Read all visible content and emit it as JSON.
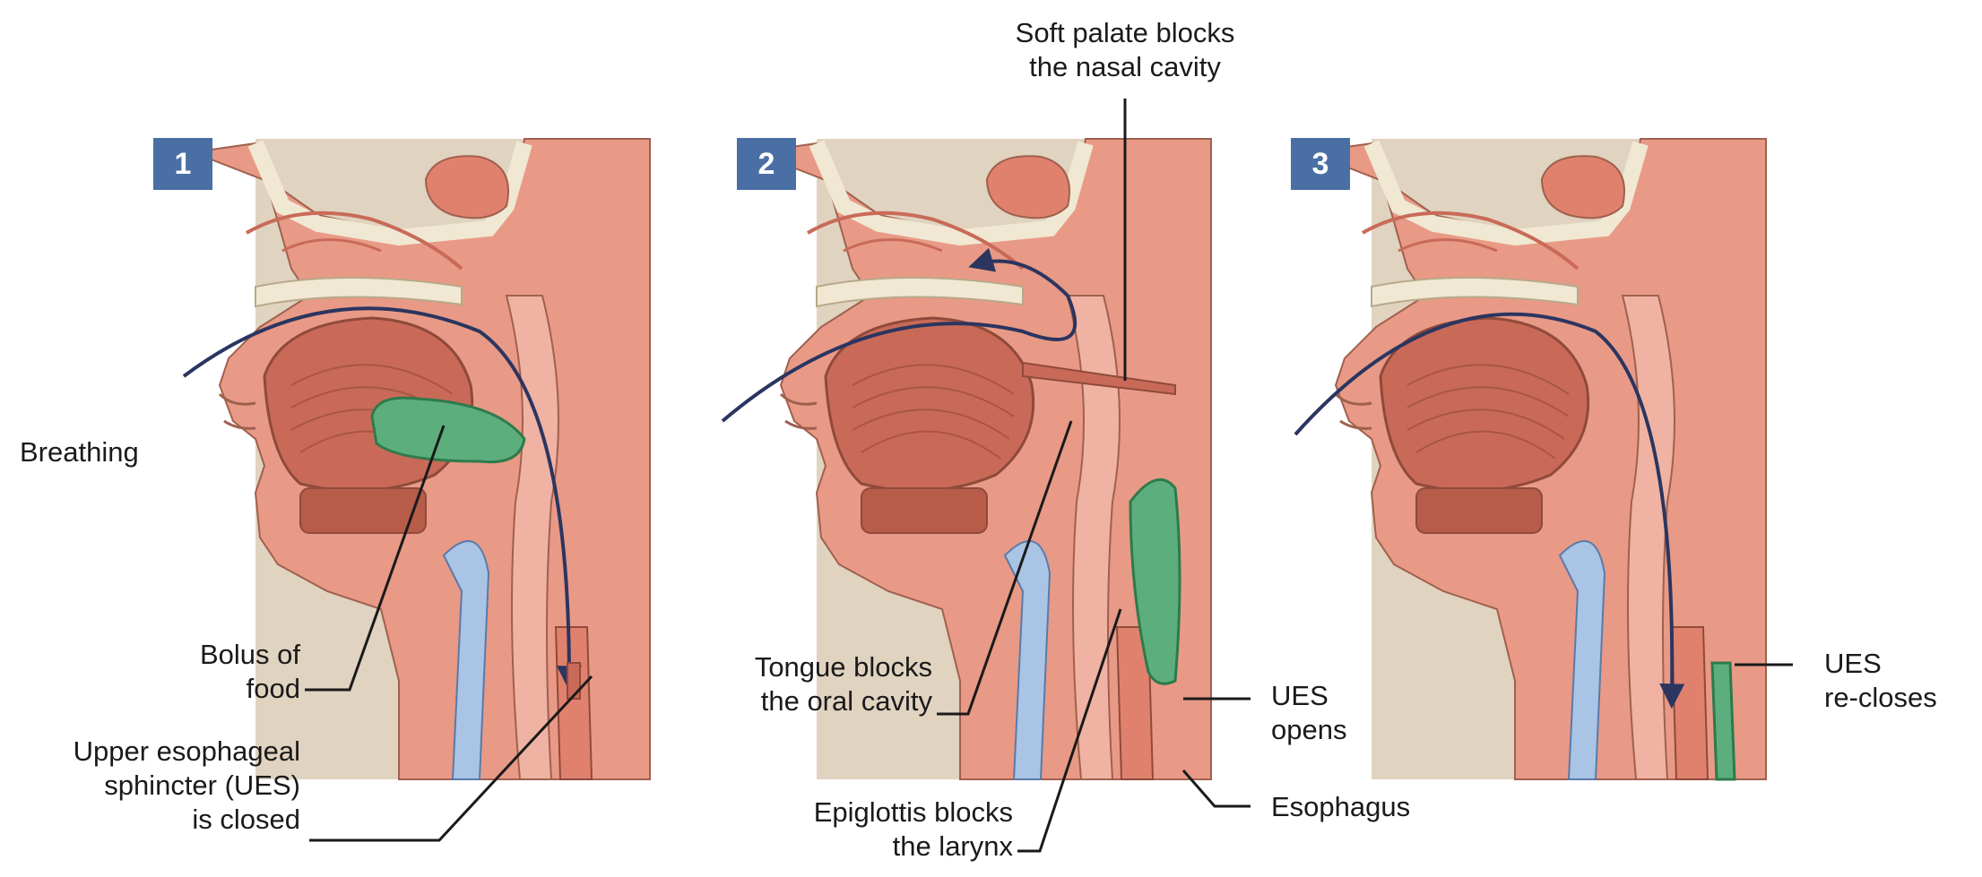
{
  "panels": [
    {
      "number": "1"
    },
    {
      "number": "2"
    },
    {
      "number": "3"
    }
  ],
  "labels": {
    "soft_palate": [
      "Soft palate blocks",
      "the nasal cavity"
    ],
    "breathing": [
      "Breathing"
    ],
    "bolus": [
      "Bolus of",
      "food"
    ],
    "ues_closed": [
      "Upper esophageal",
      "sphincter (UES)",
      "is closed"
    ],
    "tongue": [
      "Tongue blocks",
      "the oral cavity"
    ],
    "ues_opens": [
      "UES",
      "opens"
    ],
    "epiglottis": [
      "Epiglottis blocks",
      "the larynx"
    ],
    "esophagus": [
      "Esophagus"
    ],
    "ues_recloses": [
      "UES",
      "re-closes"
    ]
  },
  "colors": {
    "background_panel": "#e0d3c0",
    "tissue": "#e89a86",
    "tissue_dark": "#c96a58",
    "bone": "#f0e8d2",
    "bolus": "#5cae7c",
    "cartilage": "#a9c4e4",
    "label_number_bg": "#4a6fa5",
    "arrow": "#2b3560",
    "leader_line": "#1a1a1a"
  }
}
